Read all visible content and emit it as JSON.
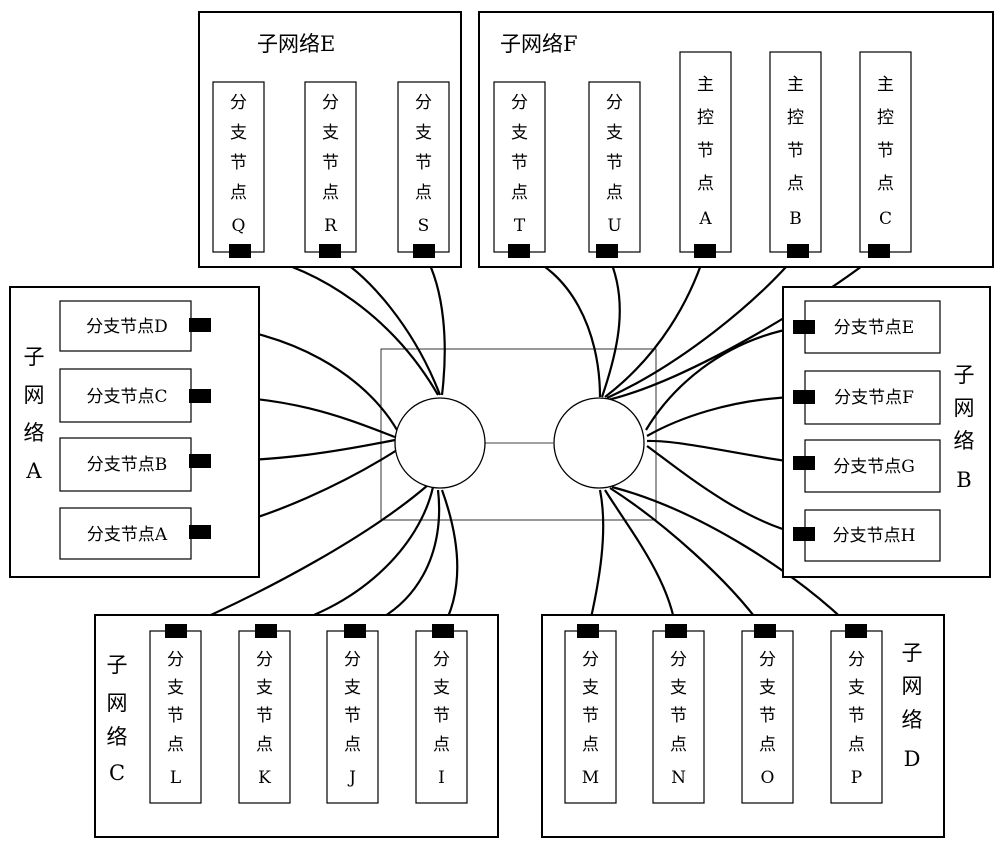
{
  "subnets": [
    {
      "id": "E",
      "title": "子网络E"
    },
    {
      "id": "F",
      "title": "子网络F"
    },
    {
      "id": "A",
      "title": [
        "子",
        "网",
        "络",
        "A"
      ]
    },
    {
      "id": "B",
      "title": [
        "子",
        "网",
        "络",
        "B"
      ]
    },
    {
      "id": "C",
      "title": [
        "子",
        "网",
        "络",
        "C"
      ]
    },
    {
      "id": "D",
      "title": [
        "子",
        "网",
        "络",
        "D"
      ]
    }
  ],
  "nodes": {
    "E": [
      {
        "id": "Q",
        "chars": [
          "分",
          "支",
          "节",
          "点",
          "Q"
        ]
      },
      {
        "id": "R",
        "chars": [
          "分",
          "支",
          "节",
          "点",
          "R"
        ]
      },
      {
        "id": "S",
        "chars": [
          "分",
          "支",
          "节",
          "点",
          "S"
        ]
      }
    ],
    "F": [
      {
        "id": "T",
        "chars": [
          "分",
          "支",
          "节",
          "点",
          "T"
        ]
      },
      {
        "id": "U",
        "chars": [
          "分",
          "支",
          "节",
          "点",
          "U"
        ]
      },
      {
        "id": "MA",
        "chars": [
          "主",
          "控",
          "节",
          "点",
          "A"
        ]
      },
      {
        "id": "MB",
        "chars": [
          "主",
          "控",
          "节",
          "点",
          "B"
        ]
      },
      {
        "id": "MC",
        "chars": [
          "主",
          "控",
          "节",
          "点",
          "C"
        ]
      }
    ],
    "A": [
      {
        "id": "D",
        "label": "分支节点D"
      },
      {
        "id": "C",
        "label": "分支节点C"
      },
      {
        "id": "B",
        "label": "分支节点B"
      },
      {
        "id": "A",
        "label": "分支节点A"
      }
    ],
    "B": [
      {
        "id": "E",
        "label": "分支节点E"
      },
      {
        "id": "F",
        "label": "分支节点F"
      },
      {
        "id": "G",
        "label": "分支节点G"
      },
      {
        "id": "H",
        "label": "分支节点H"
      }
    ],
    "C": [
      {
        "id": "L",
        "chars": [
          "分",
          "支",
          "节",
          "点",
          "L"
        ]
      },
      {
        "id": "K",
        "chars": [
          "分",
          "支",
          "节",
          "点",
          "K"
        ]
      },
      {
        "id": "J",
        "chars": [
          "分",
          "支",
          "节",
          "点",
          "J"
        ]
      },
      {
        "id": "I",
        "chars": [
          "分",
          "支",
          "节",
          "点",
          "I"
        ]
      }
    ],
    "D": [
      {
        "id": "M",
        "chars": [
          "分",
          "支",
          "节",
          "点",
          "M"
        ]
      },
      {
        "id": "N",
        "chars": [
          "分",
          "支",
          "节",
          "点",
          "N"
        ]
      },
      {
        "id": "O",
        "chars": [
          "分",
          "支",
          "节",
          "点",
          "O"
        ]
      },
      {
        "id": "P",
        "chars": [
          "分",
          "支",
          "节",
          "点",
          "P"
        ]
      }
    ]
  }
}
